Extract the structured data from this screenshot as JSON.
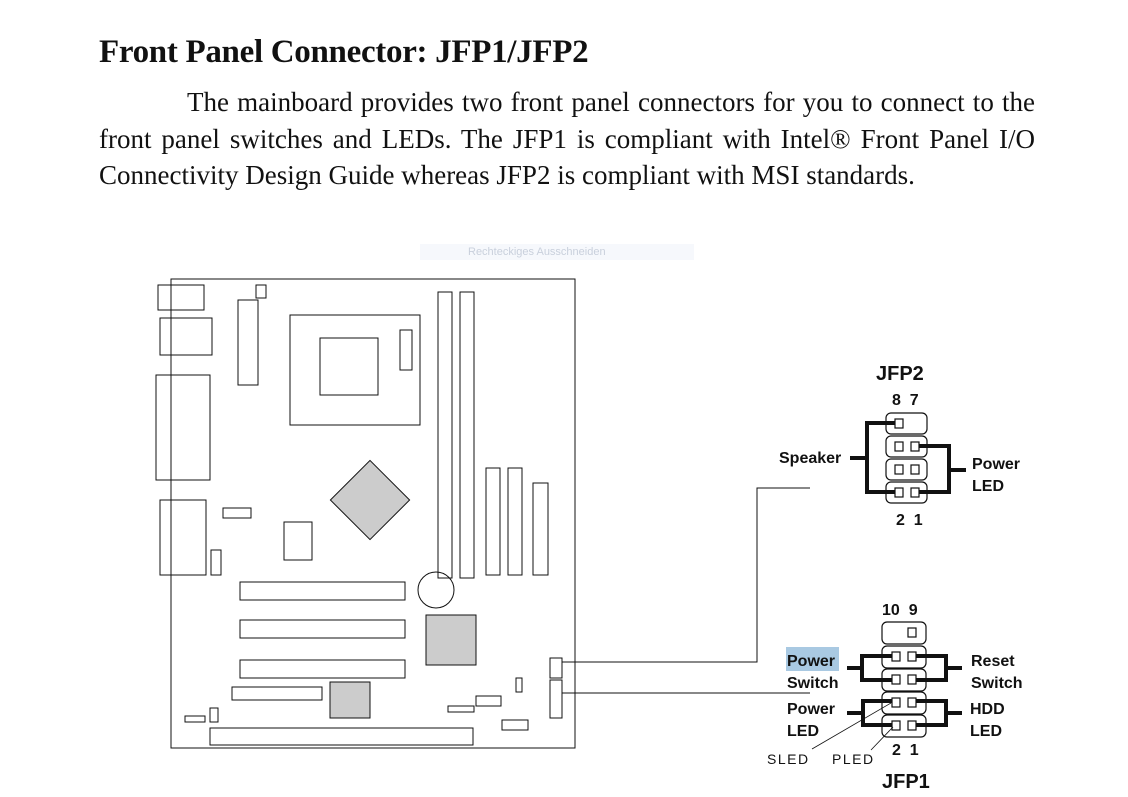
{
  "heading": "Front Panel Connector: JFP1/JFP2",
  "paragraph": "The mainboard provides two front panel connectors for you to connect to the front panel switches and LEDs.  The JFP1 is compliant with Intel® Front Panel I/O Connectivity  Design Guide whereas JFP2 is compliant with MSI standards.",
  "overlay_tooltip": "Rechteckiges Ausschneiden",
  "highlight_color": "#a9c9e2",
  "jfp2": {
    "title": "JFP2",
    "top_pins": "8  7",
    "bottom_pins": "2  1",
    "left_label": "Speaker",
    "right_label_1": "Power",
    "right_label_2": "LED"
  },
  "jfp1": {
    "title": "JFP1",
    "top_pins": "10  9",
    "bottom_pins": "2  1",
    "left_top_1": "Power",
    "left_top_2": "Switch",
    "left_bottom_1": "Power",
    "left_bottom_2": "LED",
    "right_top_1": "Reset",
    "right_top_2": "Switch",
    "right_bottom_1": "HDD",
    "right_bottom_2": "LED",
    "sled": "SLED",
    "pled": "PLED"
  }
}
